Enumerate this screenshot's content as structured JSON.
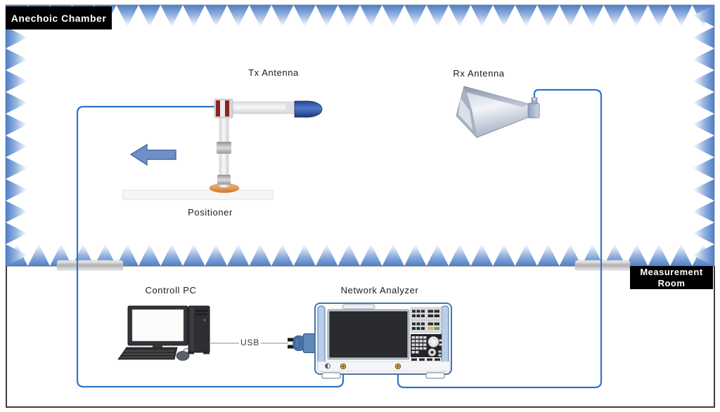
{
  "diagram": {
    "anechoic_chamber": {
      "label": "Anechoic Chamber",
      "tx_antenna": {
        "label": "Tx Antenna"
      },
      "rx_antenna": {
        "label": "Rx Antenna"
      },
      "positioner": {
        "label": "Positioner"
      }
    },
    "measurement_room": {
      "label_line1": "Measurement",
      "label_line2": "Room",
      "control_pc": {
        "label": "Controll PC"
      },
      "network_analyzer": {
        "label": "Network Analyzer"
      },
      "usb_connection": {
        "label": "USB"
      }
    },
    "icons": {
      "absorbers": "pyramidal-absorber-triangles",
      "tx_antenna": "antenna-on-positioner-graphic",
      "rx_antenna": "horn-antenna-graphic",
      "movement_arrow": "left-arrow-graphic",
      "control_pc": "desktop-computer-graphic",
      "usb_plug": "usb-connector-graphic",
      "network_analyzer": "instrument-front-panel-graphic",
      "feedthrough": "wall-feedthrough-plate"
    },
    "colors": {
      "absorber_blue": "#4c7ec7",
      "cable_blue": "#2e75c8",
      "label_background": "#000000",
      "label_text": "#ffffff",
      "arrow_blue": "#6d90c8",
      "analyzer_frame_blue": "#4a74a8",
      "antenna_head_blue": "#2a4f9e",
      "positioner_base_orange": "#d97f2e"
    }
  }
}
